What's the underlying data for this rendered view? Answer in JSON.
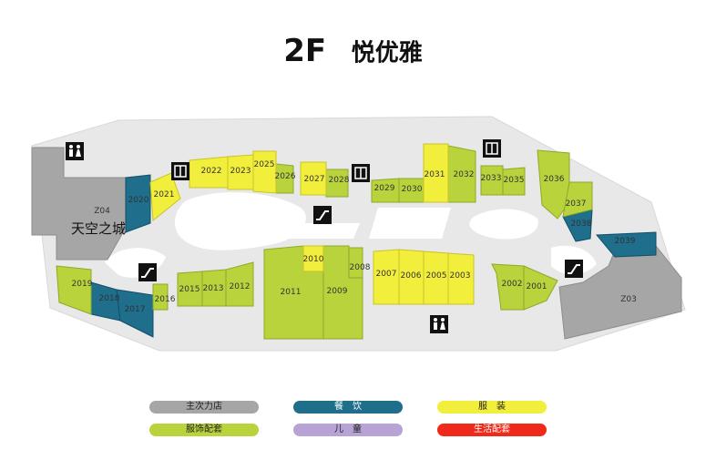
{
  "title": {
    "floor": "2F",
    "mall": "悦优雅"
  },
  "colors": {
    "anchor": "#a6a6a6",
    "dining": "#1e6e8c",
    "fashion": "#f2ee3c",
    "accessories": "#b9d33c",
    "kids": "#b7a3d6",
    "services": "#f02a1a",
    "floor": "#e8e8e8",
    "courtyard": "#ffffff"
  },
  "anchors": [
    {
      "code": "Z04",
      "name": "天空之城"
    },
    {
      "code": "Z03",
      "name": ""
    }
  ],
  "units": [
    "2001",
    "2002",
    "2003",
    "2005",
    "2006",
    "2007",
    "2008",
    "2009",
    "2010",
    "2011",
    "2012",
    "2013",
    "2015",
    "2016",
    "2017",
    "2018",
    "2019",
    "2020",
    "2021",
    "2022",
    "2023",
    "2025",
    "2026",
    "2027",
    "2028",
    "2029",
    "2030",
    "2031",
    "2032",
    "2033",
    "2035",
    "2036",
    "2037",
    "2038",
    "2039"
  ],
  "facility_icons": [
    "restroom-icon",
    "elevator-icon",
    "escalator-icon"
  ],
  "legend": [
    {
      "label": "主次力店",
      "category": "anchor"
    },
    {
      "label": "餐　饮",
      "category": "dining"
    },
    {
      "label": "服　装",
      "category": "fashion"
    },
    {
      "label": "服饰配套",
      "category": "accessories"
    },
    {
      "label": "儿　童",
      "category": "kids"
    },
    {
      "label": "生活配套",
      "category": "services"
    }
  ]
}
